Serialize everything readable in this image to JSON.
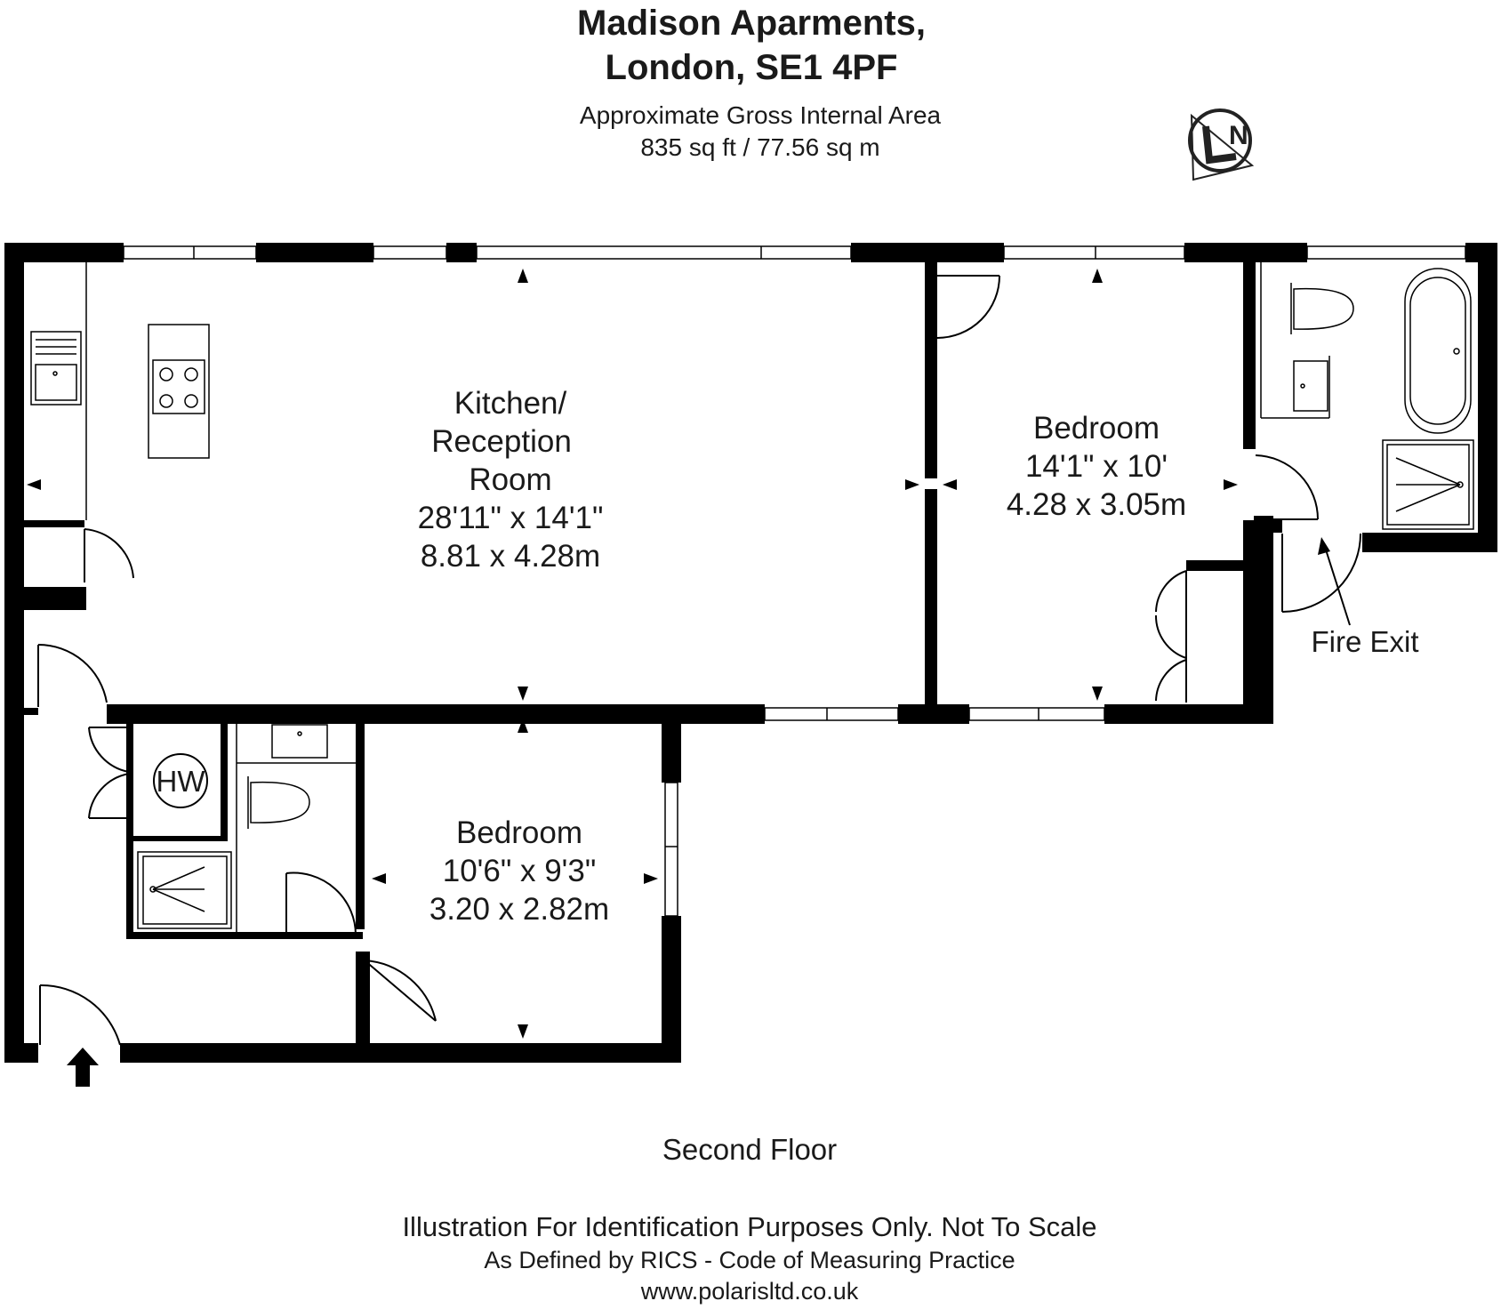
{
  "header": {
    "title_line1": "Madison Aparments,",
    "title_line2": "London, SE1 4PF",
    "area_label": "Approximate Gross Internal Area",
    "area_value": "835 sq ft /  77.56 sq m"
  },
  "rooms": {
    "kitchen": {
      "name_line1": "Kitchen/",
      "name_line2": "Reception",
      "name_line3": "Room",
      "imperial": "28'11\" x 14'1\"",
      "metric": "8.81 x 4.28m"
    },
    "bedroom1": {
      "name": "Bedroom",
      "imperial": "14'1\" x 10'",
      "metric": "4.28 x 3.05m"
    },
    "bedroom2": {
      "name": "Bedroom",
      "imperial": "10'6\" x 9'3\"",
      "metric": "3.20 x 2.82m"
    }
  },
  "labels": {
    "hot_water": "HW",
    "fire_exit": "Fire Exit"
  },
  "footer": {
    "floor": "Second Floor",
    "disclaimer": "Illustration For Identification Purposes Only. Not To Scale",
    "rics": "As Defined by RICS - Code of Measuring Practice",
    "website": "www.polarisltd.co.uk"
  }
}
